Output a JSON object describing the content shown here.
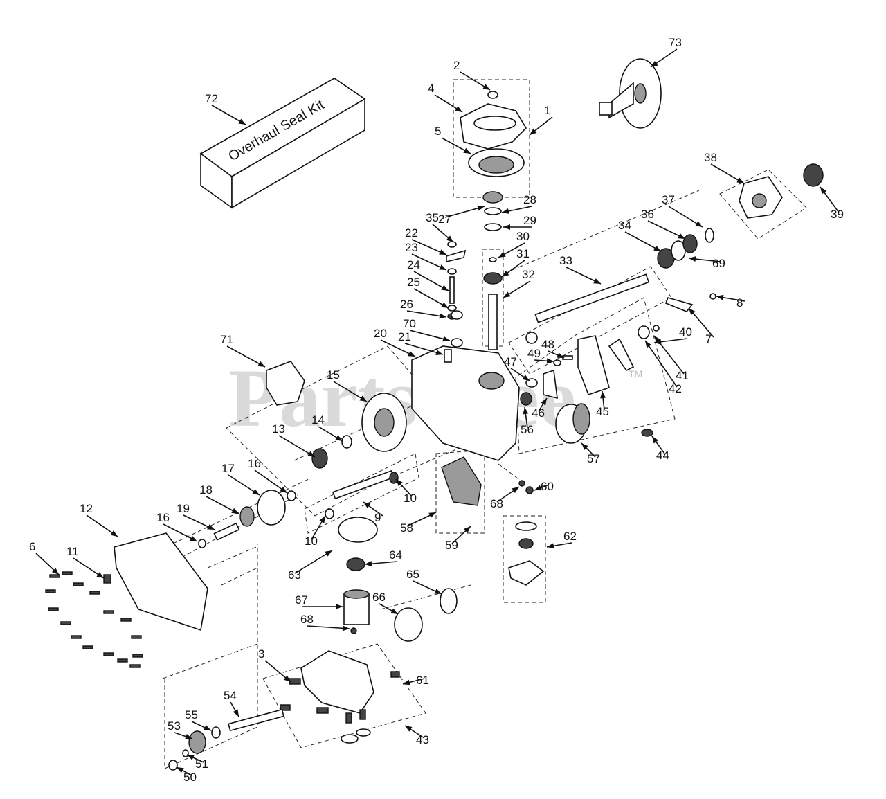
{
  "watermark": {
    "brand": "PartsTree",
    "tm": "TM"
  },
  "kit_label": "Overhaul Seal Kit",
  "callouts": [
    "1",
    "2",
    "3",
    "4",
    "5",
    "6",
    "7",
    "8",
    "9",
    "10",
    "10",
    "11",
    "12",
    "13",
    "14",
    "15",
    "16",
    "16",
    "17",
    "18",
    "19",
    "20",
    "21",
    "22",
    "23",
    "24",
    "25",
    "26",
    "27",
    "28",
    "29",
    "30",
    "31",
    "32",
    "33",
    "34",
    "35",
    "36",
    "37",
    "38",
    "39",
    "40",
    "41",
    "42",
    "43",
    "44",
    "45",
    "46",
    "47",
    "48",
    "49",
    "50",
    "51",
    "53",
    "54",
    "55",
    "56",
    "57",
    "58",
    "59",
    "60",
    "61",
    "62",
    "63",
    "64",
    "65",
    "66",
    "67",
    "68",
    "68",
    "69",
    "70",
    "71",
    "72",
    "73"
  ]
}
